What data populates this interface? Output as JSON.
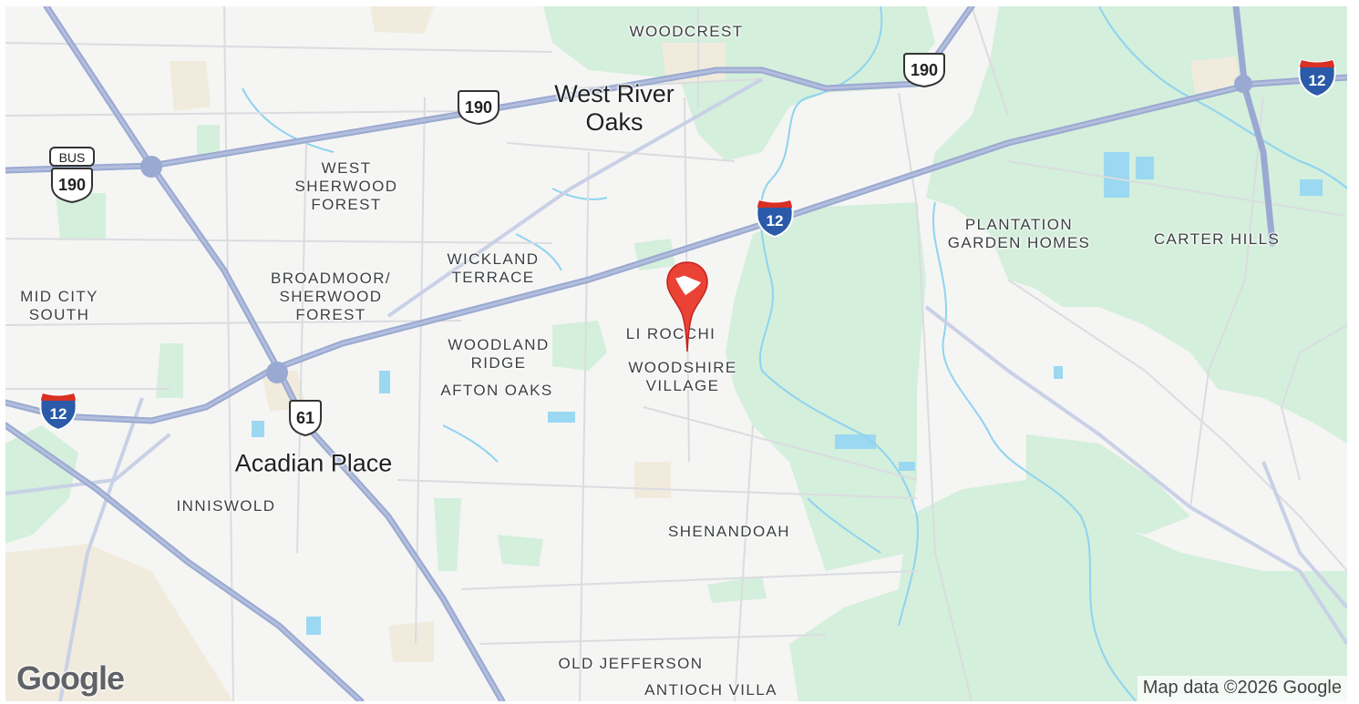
{
  "labels": {
    "woodcrest": "WOODCREST",
    "west_river_oaks": "West River\nOaks",
    "west_sherwood_forest": "WEST\nSHERWOOD\nFOREST",
    "plantation_garden_homes": "PLANTATION\nGARDEN HOMES",
    "carter_hills": "CARTER HILLS",
    "wickland_terrace": "WICKLAND\nTERRACE",
    "broadmoor_sherwood_forest": "BROADMOOR/\nSHERWOOD\nFOREST",
    "mid_city_south": "MID CITY\nSOUTH",
    "li_rocchi": "LI ROCCHI",
    "woodland_ridge": "WOODLAND\nRIDGE",
    "woodshire_village": "WOODSHIRE\nVILLAGE",
    "afton_oaks": "AFTON OAKS",
    "acadian_place": "Acadian Place",
    "inniswold": "INNISWOLD",
    "shenandoah": "SHENANDOAH",
    "old_jefferson": "OLD JEFFERSON",
    "antioch_villa": "ANTIOCH VILLA"
  },
  "shields": {
    "us_190_a": "190",
    "us_190_b": "190",
    "bus_label": "BUS",
    "us_190_bus": "190",
    "us_61": "61",
    "i12_a": "12",
    "i12_b": "12",
    "i12_c": "12"
  },
  "map_pin": {
    "icon": "red-location-pin-with-white-flag-glyph",
    "color": "#ea4335"
  },
  "logo": "Google",
  "attribution": "Map data ©2026 Google",
  "colors": {
    "land": "#f5f5f4",
    "park": "#c8ebd4",
    "water": "#8fd4ef",
    "highway": "#9aa9d1",
    "interstate_red": "#d93025",
    "interstate_blue": "#2a5aa8"
  }
}
